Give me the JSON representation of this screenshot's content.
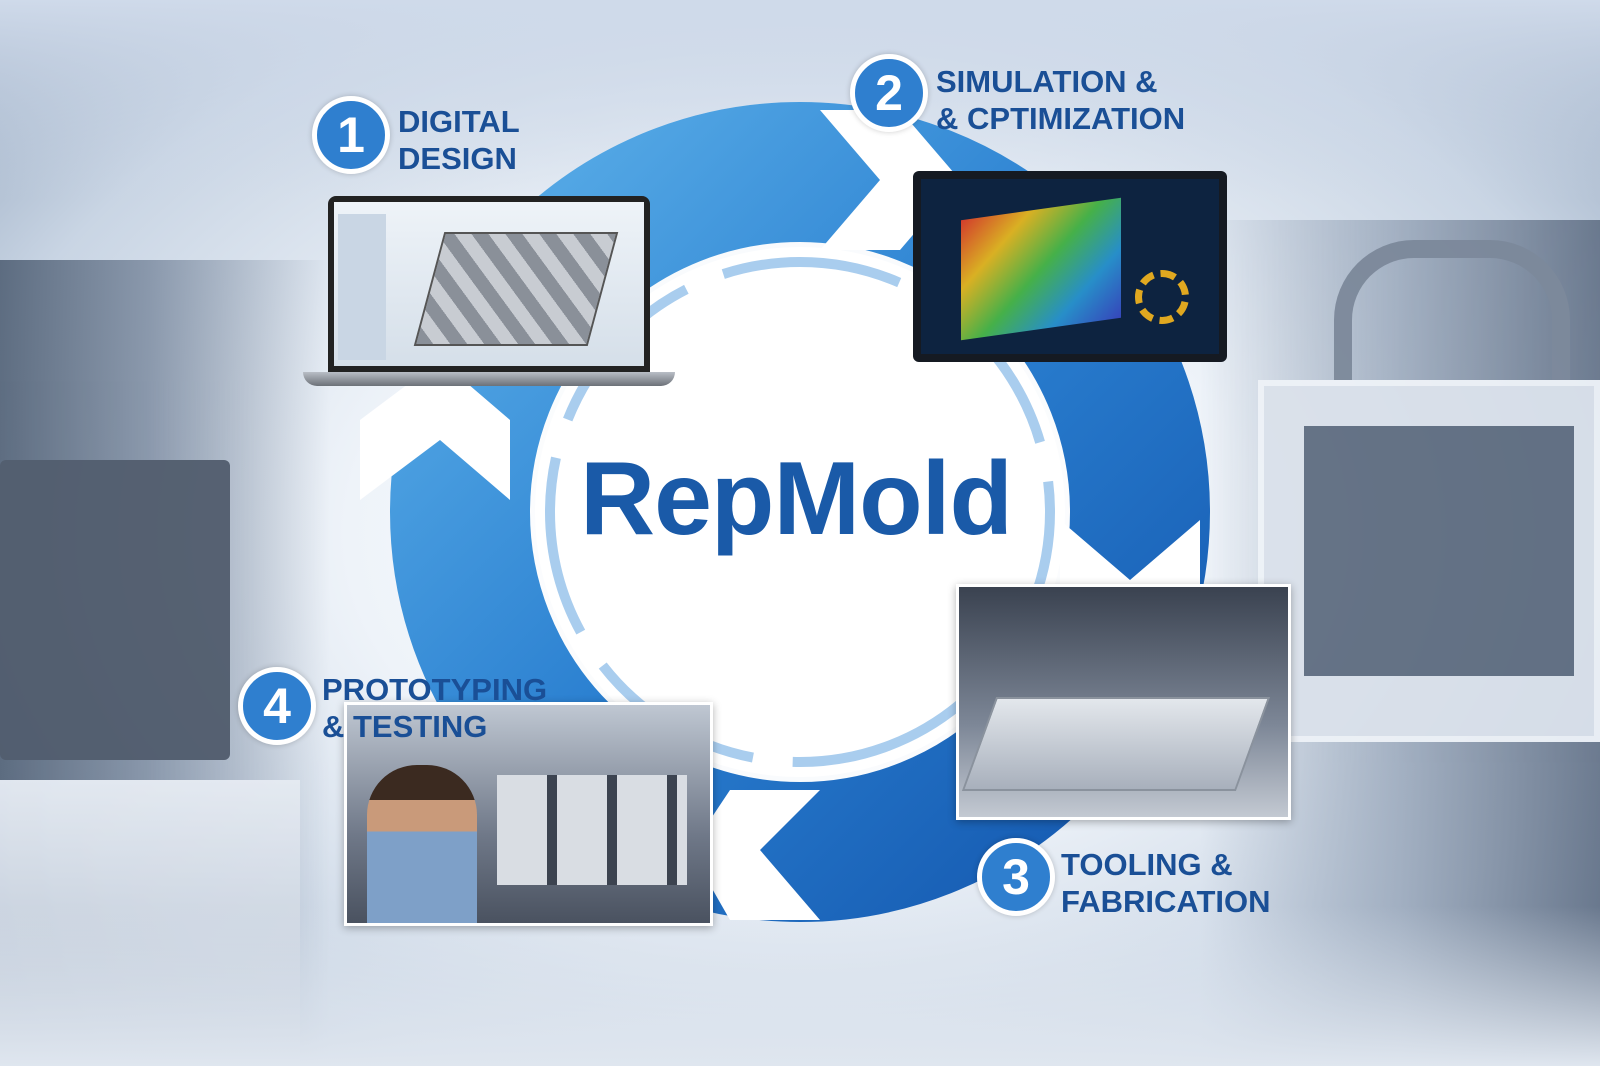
{
  "title": "RepMold",
  "steps": [
    {
      "number": "1",
      "line1": "DIGITAL",
      "line2": "DESIGN"
    },
    {
      "number": "2",
      "line1": "SIMULATION &",
      "line2": "& CPTIMIZATION"
    },
    {
      "number": "3",
      "line1": "TOOLING &",
      "line2": "FABRICATION"
    },
    {
      "number": "4",
      "line1": "PROTOTYPING",
      "line2": "& TESTING"
    }
  ],
  "colors": {
    "accent": "#2f7fcf",
    "title": "#1a5aa8",
    "ring_dark": "#1559b0",
    "ring_light": "#5aaee8"
  }
}
